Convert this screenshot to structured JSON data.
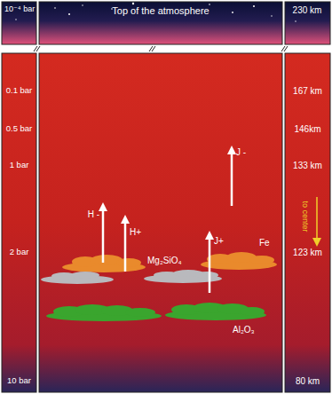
{
  "diagram": {
    "labels": [
      "10⁻⁴ bar",
      "Top of the atmosphere",
      "230 km",
      "0.1 bar",
      "167 km",
      "0.5 bar",
      "146km",
      "1 bar",
      "133 km",
      "2 bar",
      "123 km",
      "J -",
      "H -",
      "H+",
      "J+",
      "Fe",
      "Mg₂SiO₄",
      "to center",
      "Al₂O₃",
      "10 bar",
      "80 km"
    ]
  }
}
